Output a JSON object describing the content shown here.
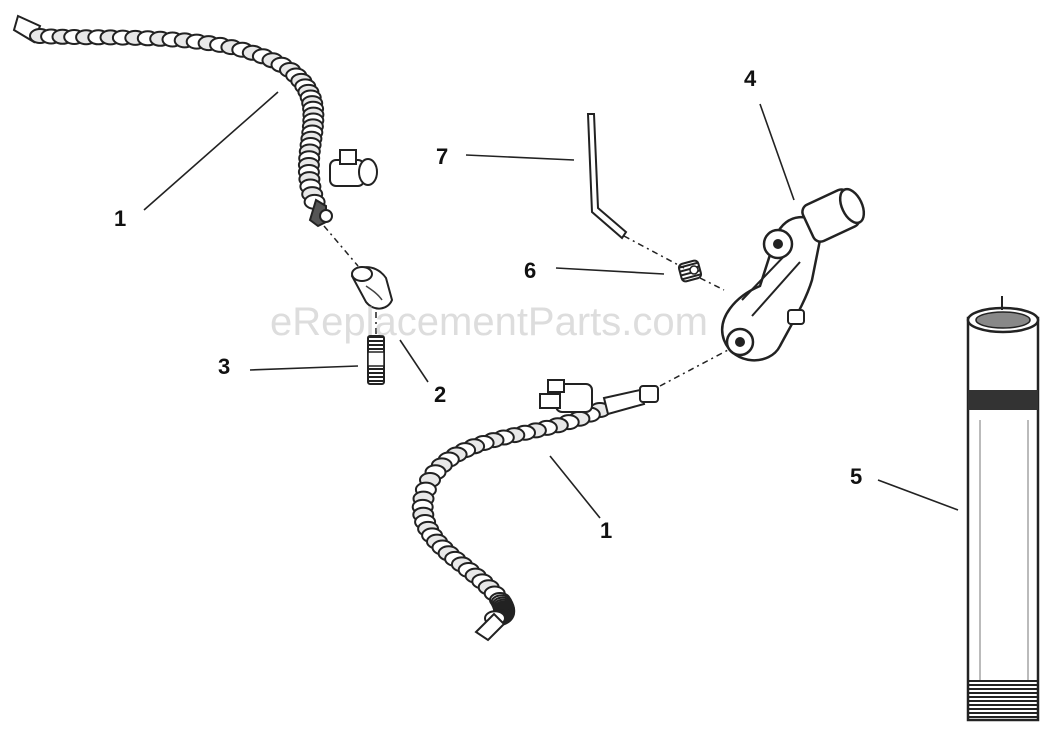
{
  "watermark": "eReplacementParts.com",
  "callouts": {
    "hose_top": "1",
    "hose_bottom": "1",
    "elbow": "2",
    "nipple": "3",
    "clamp": "4",
    "pipe": "5",
    "set_screw": "6",
    "hex_key": "7"
  },
  "colors": {
    "ink": "#111111",
    "watermark": "#b4b4b4"
  }
}
